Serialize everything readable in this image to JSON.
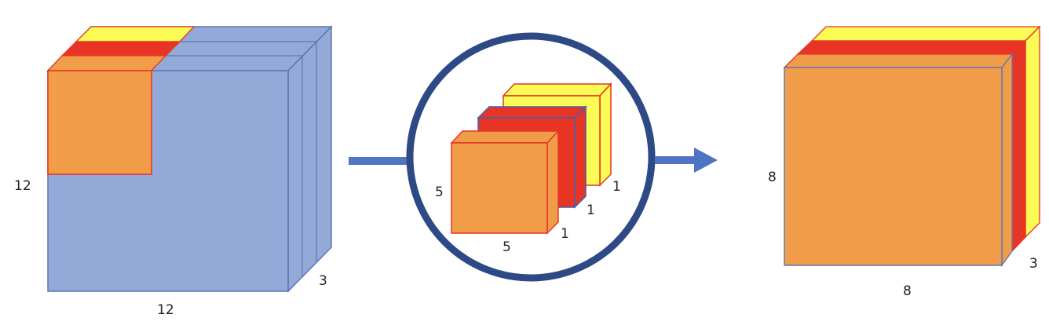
{
  "colors": {
    "input_face": "#93a9d7",
    "input_edge": "#5b78b8",
    "orange": "#f19c48",
    "red": "#e83424",
    "yellow": "#fbfb55",
    "circle": "#2e4a86",
    "arrow": "#4f74c4",
    "filter_edge_blue": "#3f63b0"
  },
  "input_volume": {
    "width_label": "12",
    "height_label": "12",
    "depth_label": "3"
  },
  "filter_group": {
    "filter_width_label": "5",
    "filter_height_label": "5",
    "depth_labels": [
      "1",
      "1",
      "1"
    ]
  },
  "output_volume": {
    "width_label": "8",
    "height_label": "8",
    "depth_label": "3"
  }
}
